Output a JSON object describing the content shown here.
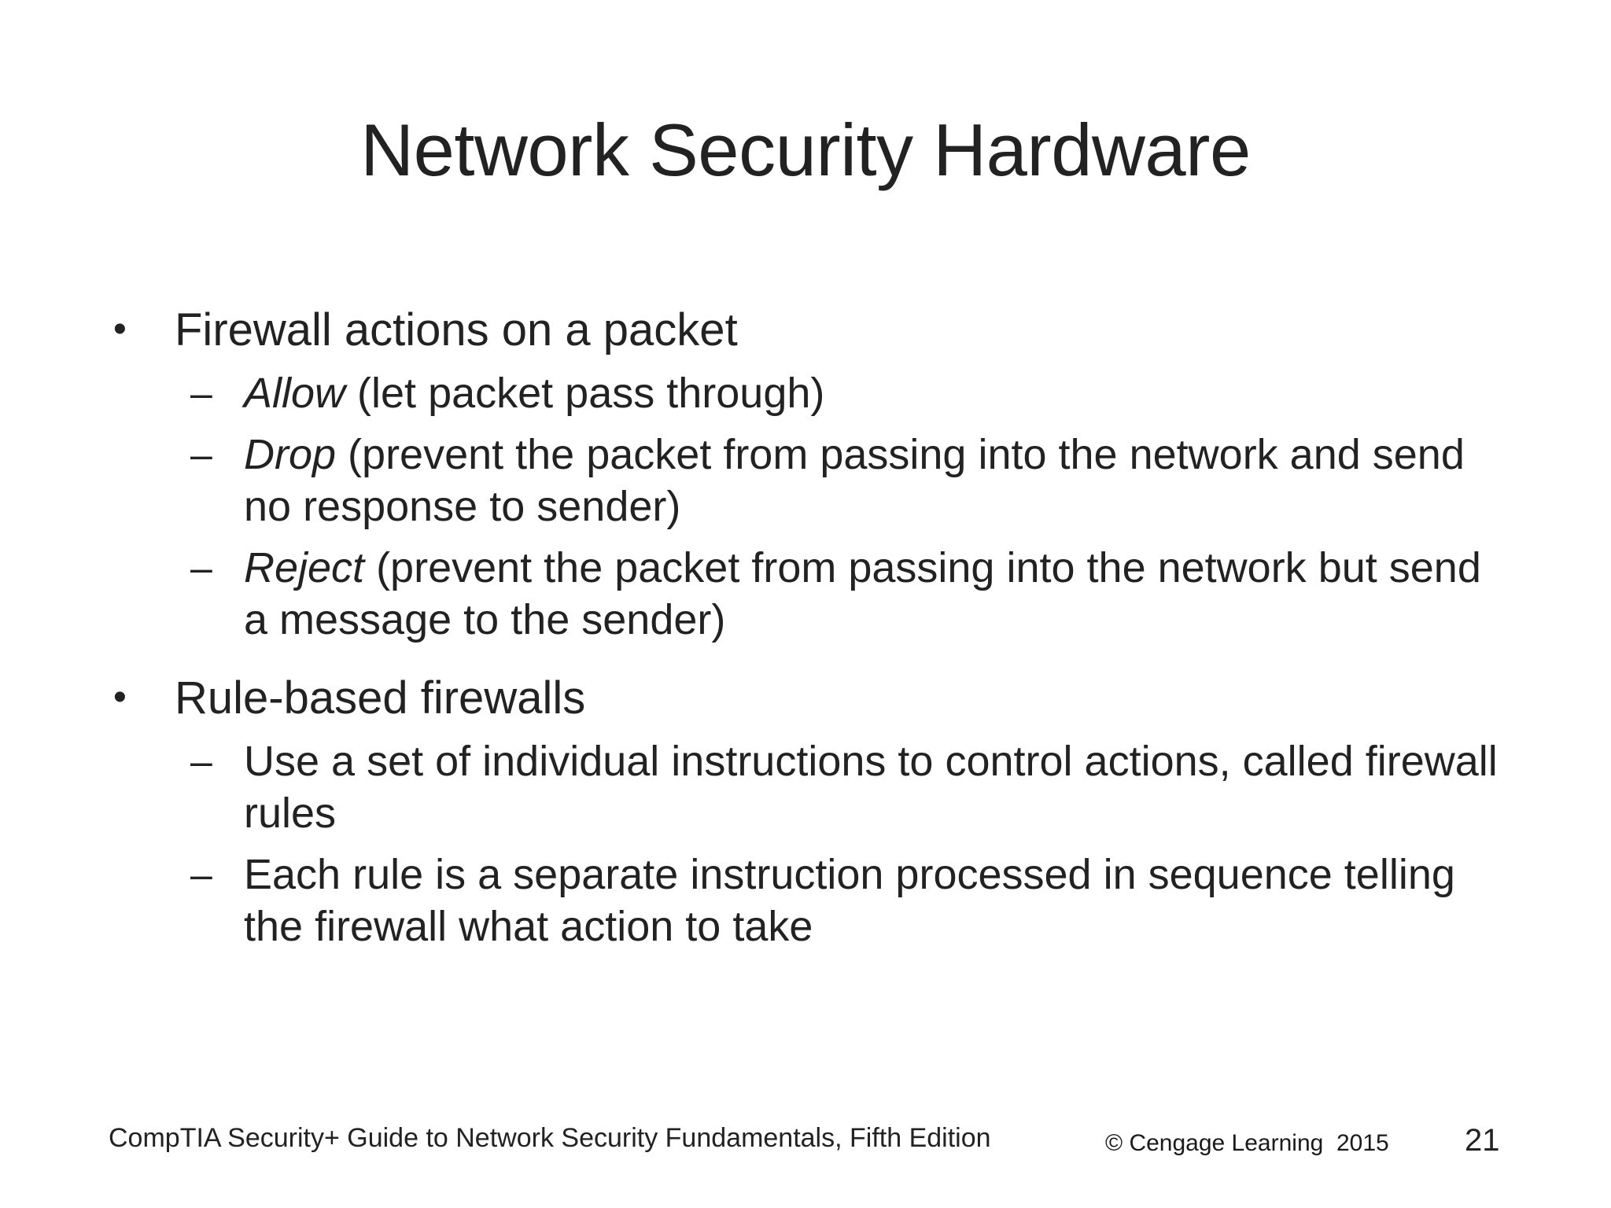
{
  "slide": {
    "title": "Network Security Hardware",
    "page_number": "21",
    "groups": [
      {
        "bullet_marker": "•",
        "heading": "Firewall actions on a packet",
        "sub_marker": "–",
        "sub_items": [
          {
            "term": "Allow",
            "rest": " (let packet pass through)"
          },
          {
            "term": "Drop",
            "rest": " (prevent the packet from passing into the network and send no response to sender)"
          },
          {
            "term": "Reject",
            "rest": " (prevent the packet from passing into the network but send a message to the sender)"
          }
        ]
      },
      {
        "bullet_marker": "•",
        "heading": "Rule-based firewalls",
        "sub_marker": "–",
        "sub_items": [
          {
            "term": "",
            "rest": "Use a set of individual instructions to control actions, called firewall rules"
          },
          {
            "term": "",
            "rest": "Each rule is a separate instruction processed in sequence telling the firewall what action to take"
          }
        ]
      }
    ]
  },
  "footer": {
    "source": "CompTIA Security+ Guide to Network Security Fundamentals, Fifth Edition",
    "copyright": "© Cengage Learning  2015"
  },
  "colors": {
    "background": "#ffffff",
    "text": "#222222"
  }
}
